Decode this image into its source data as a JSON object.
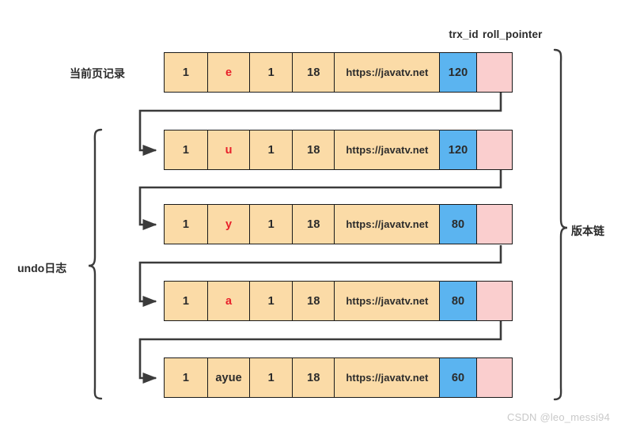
{
  "diagram": {
    "title_semantics": "MySQL MVCC undo log version chain diagram",
    "column_headers": {
      "trx_id": "trx_id",
      "roll_pointer": "roll_pointer"
    },
    "labels": {
      "current_page_record": "当前页记录",
      "undo_log": "undo日志",
      "version_chain": "版本链"
    },
    "rows": [
      {
        "id": "1",
        "value": "e",
        "value_color": "#E8202A",
        "col3": "1",
        "col4": "18",
        "url": "https://javatv.net",
        "trx_id": "120",
        "roll_pointer": ""
      },
      {
        "id": "1",
        "value": "u",
        "value_color": "#E8202A",
        "col3": "1",
        "col4": "18",
        "url": "https://javatv.net",
        "trx_id": "120",
        "roll_pointer": ""
      },
      {
        "id": "1",
        "value": "y",
        "value_color": "#E8202A",
        "col3": "1",
        "col4": "18",
        "url": "https://javatv.net",
        "trx_id": "80",
        "roll_pointer": ""
      },
      {
        "id": "1",
        "value": "a",
        "value_color": "#E8202A",
        "col3": "1",
        "col4": "18",
        "url": "https://javatv.net",
        "trx_id": "80",
        "roll_pointer": ""
      },
      {
        "id": "1",
        "value": "ayue",
        "value_color": "#2b2b2b",
        "col3": "1",
        "col4": "18",
        "url": "https://javatv.net",
        "trx_id": "60",
        "roll_pointer": ""
      }
    ],
    "colors": {
      "record_cell": "#FBDBA7",
      "trx_id_cell": "#5BB4F0",
      "roll_pointer_cell": "#FACECE",
      "border": "#1a1a1a",
      "connector": "#3b3b3b",
      "text": "#2b2b2b",
      "highlight_value": "#E8202A",
      "watermark": "#c9c9c9"
    },
    "connectors": [
      {
        "from_row": 0,
        "to_row": 1,
        "name": "roll-pointer-link-1"
      },
      {
        "from_row": 1,
        "to_row": 2,
        "name": "roll-pointer-link-2"
      },
      {
        "from_row": 2,
        "to_row": 3,
        "name": "roll-pointer-link-3"
      },
      {
        "from_row": 3,
        "to_row": 4,
        "name": "roll-pointer-link-4"
      }
    ],
    "watermark": "CSDN @leo_messi94"
  }
}
